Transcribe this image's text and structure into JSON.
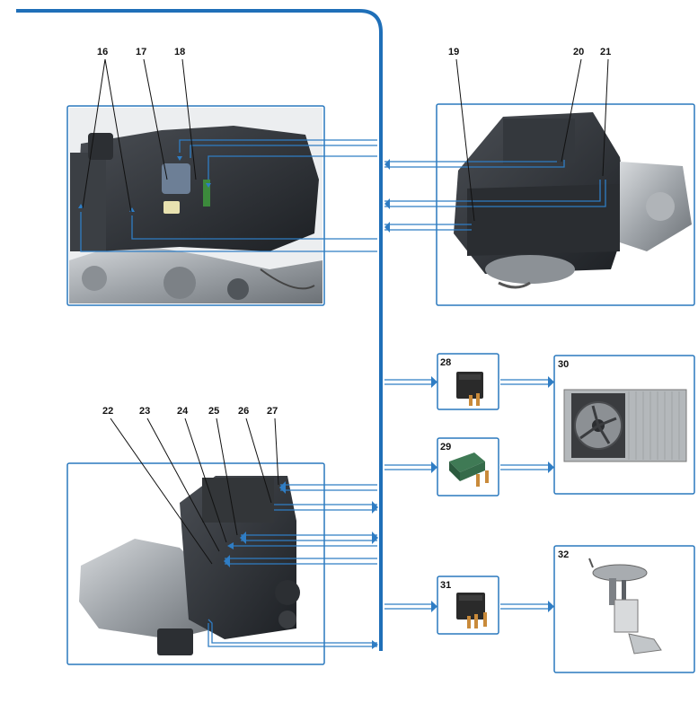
{
  "diagram": {
    "colors": {
      "bus": "#1f6fb8",
      "arrow_outline": "#2f7dc4",
      "panel_border": "#2a78bd",
      "engine_dark": "#2b2e33",
      "engine_metal": "#a7abb0",
      "relay_body": "#2a2a2a"
    },
    "top_left_callouts": [
      "16",
      "17",
      "18"
    ],
    "top_right_callouts": [
      "19",
      "20",
      "21"
    ],
    "bottom_left_callouts": [
      "22",
      "23",
      "24",
      "25",
      "26",
      "27"
    ],
    "relays": [
      {
        "badge": "28",
        "icon": "relay-icon"
      },
      {
        "badge": "29",
        "icon": "relay-green-icon"
      },
      {
        "badge": "31",
        "icon": "relay-icon"
      }
    ],
    "devices": [
      {
        "badge": "30",
        "icon": "radiator-fan-icon"
      },
      {
        "badge": "32",
        "icon": "fuel-pump-icon"
      }
    ]
  }
}
